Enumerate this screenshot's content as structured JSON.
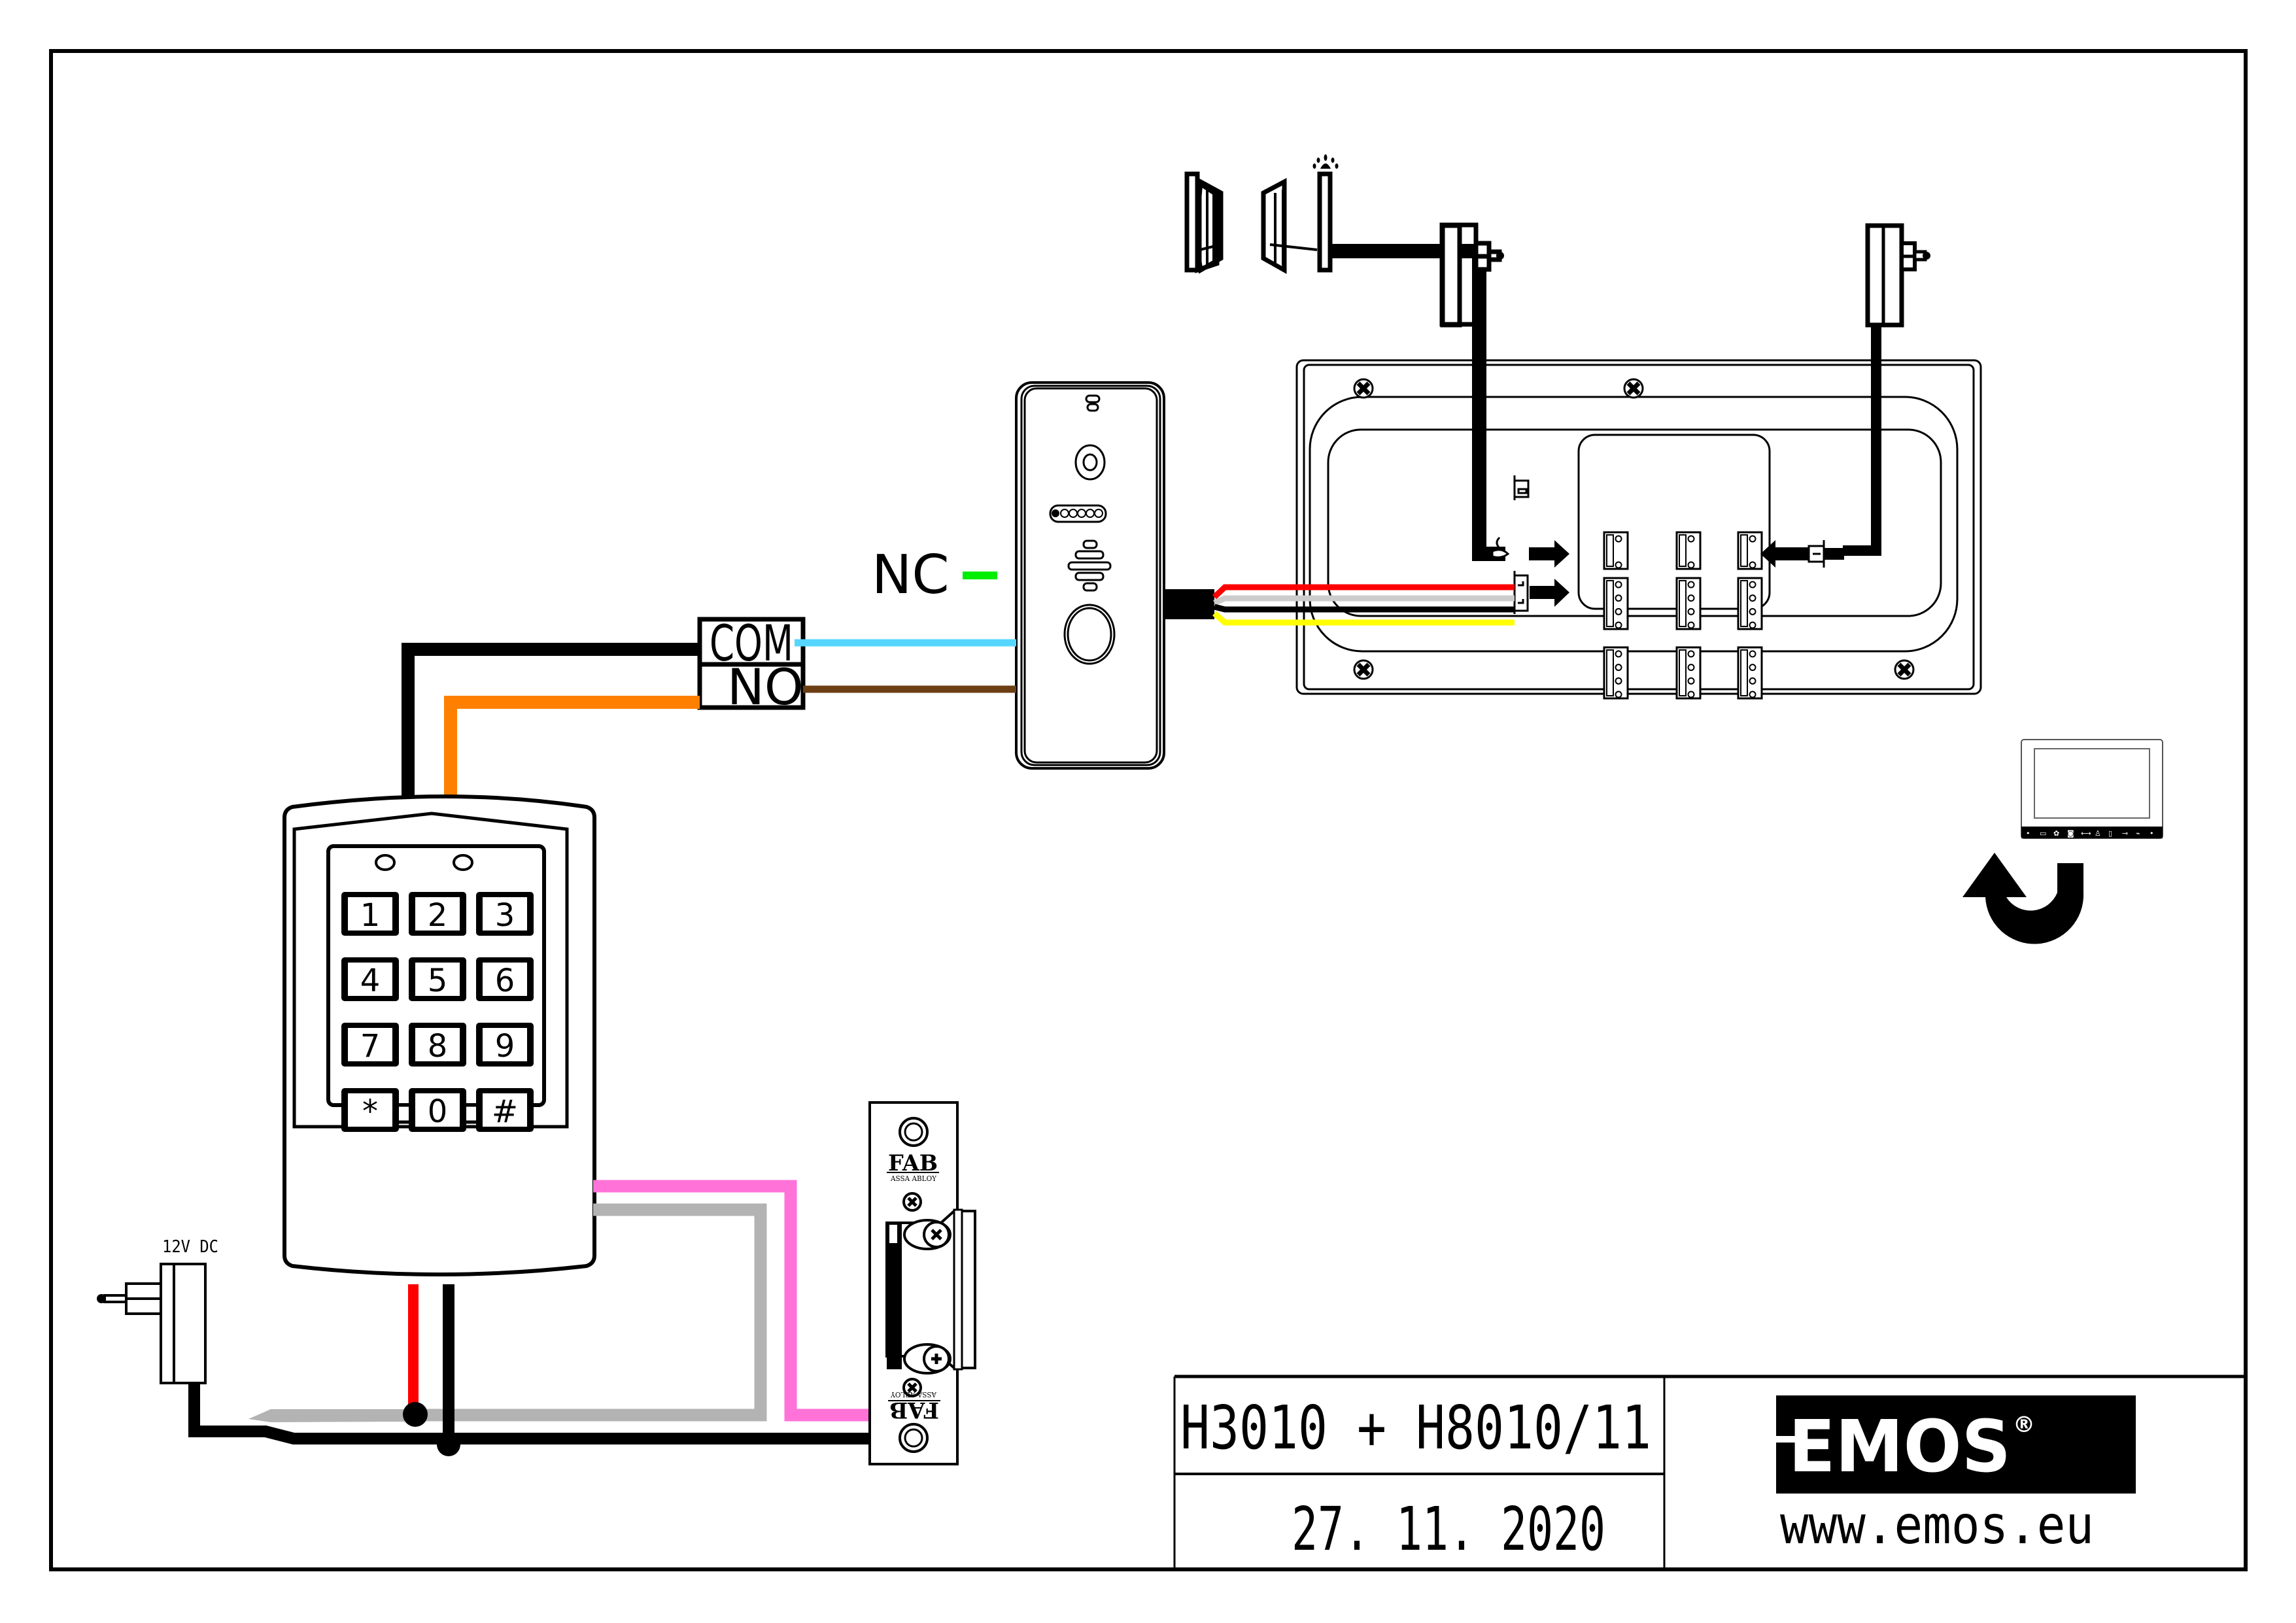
{
  "diagram": {
    "title_block": {
      "model": "H3010 + H8010/11",
      "date": "27. 11. 2020",
      "brand": "EMOS",
      "brand_mark": "®",
      "website": "www.emos.eu"
    },
    "relay_labels": {
      "nc": "NC",
      "com": "COM",
      "no": "NO"
    },
    "power_supply": {
      "label": "12V DC"
    },
    "keypad": {
      "keys": [
        "1",
        "2",
        "3",
        "4",
        "5",
        "6",
        "7",
        "8",
        "9",
        "*",
        "0",
        "#"
      ]
    },
    "electric_lock": {
      "brand": "FAB",
      "sub_brand": "ASSA ABLOY"
    },
    "monitor_icons": [
      "power-dot",
      "brightness",
      "settings",
      "volume",
      "camera",
      "intercom",
      "person",
      "door",
      "key",
      "unlock"
    ],
    "wire_colors": {
      "nc": "#00ee00",
      "com": "#55d6ff",
      "no": "#6b3e14",
      "orange": "#ff8000",
      "pink": "#ff73d9",
      "gray": "#b3b3b3",
      "red": "#ff0000",
      "white": "#cccccc",
      "yellow": "#ffff00",
      "black": "#000000"
    }
  }
}
